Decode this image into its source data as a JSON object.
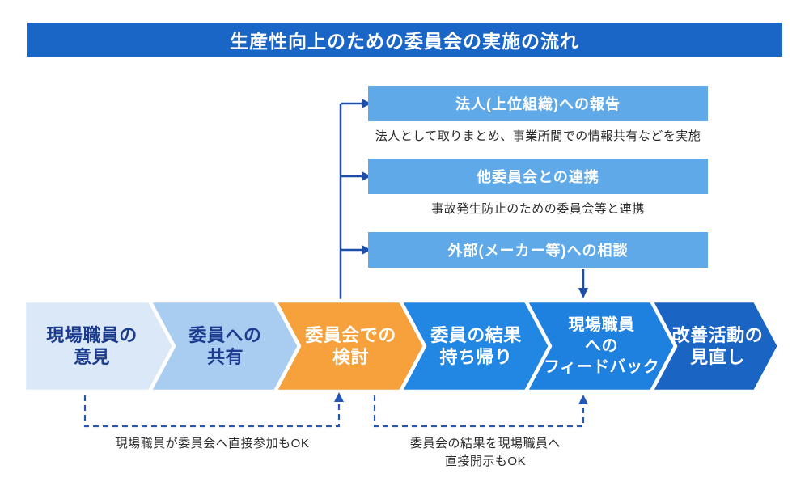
{
  "title": {
    "text": "生産性向上のための委員会の実施の流れ",
    "bg_color": "#1966C7",
    "text_color": "#FFFFFF"
  },
  "branch_boxes": [
    {
      "label": "法人(上位組織)への報告",
      "note": "法人として取りまとめ、事業所間での情報共有などを実施",
      "fill": "#5FA9E8"
    },
    {
      "label": "他委員会との連携",
      "note": "事故発生防止のための委員会等と連携",
      "fill": "#5FA9E8"
    },
    {
      "label": "外部(メーカー等)への相談",
      "note": "",
      "fill": "#5FA9E8"
    }
  ],
  "flow_steps": [
    {
      "label": "現場職員の\n意見",
      "fill": "#DBE8F7",
      "text_color": "#1B3C8E"
    },
    {
      "label": "委員への\n共有",
      "fill": "#A9CCF1",
      "text_color": "#1B3C8E"
    },
    {
      "label": "委員会での\n検討",
      "fill": "#F6A13B",
      "text_color": "#FFFFFF"
    },
    {
      "label": "委員の結果\n持ち帰り",
      "fill": "#2287E3",
      "text_color": "#FFFFFF"
    },
    {
      "label": "現場職員\nへの\nフィードバック",
      "fill": "#1E80DF",
      "text_color": "#FFFFFF"
    },
    {
      "label": "改善活動の\n見直し",
      "fill": "#1A65C4",
      "text_color": "#FFFFFF"
    }
  ],
  "annotations": [
    {
      "label": "現場職員が委員会へ直接参加もOK"
    },
    {
      "label": "委員会の結果を現場職員へ\n直接開示もOK"
    }
  ],
  "connector_color": "#1E4FA8",
  "dashed_color": "#2458B8"
}
